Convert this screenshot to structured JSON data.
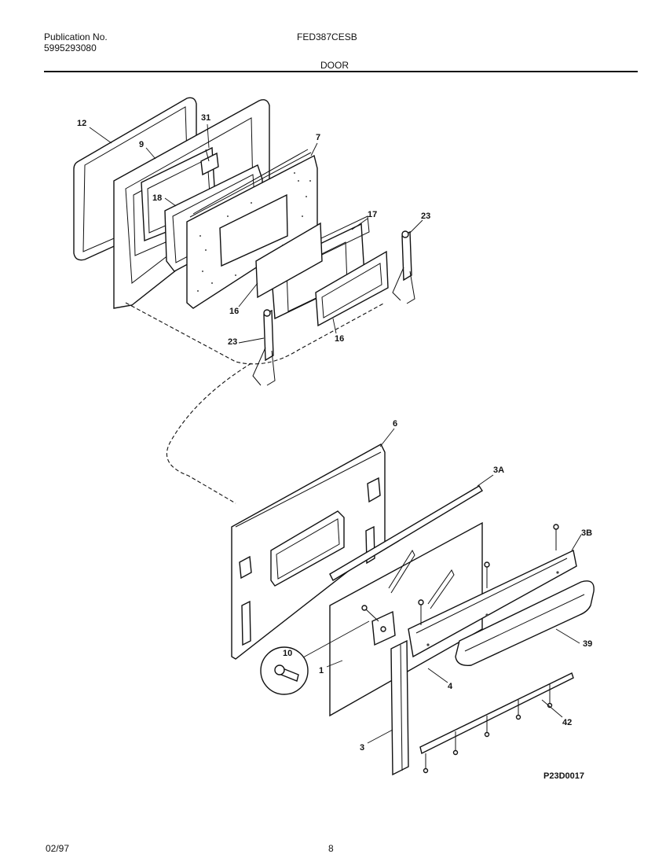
{
  "header": {
    "publication_label": "Publication No.",
    "publication_number": "5995293080",
    "model": "FED387CESB",
    "section": "DOOR"
  },
  "footer": {
    "date": "02/97",
    "page": "8"
  },
  "diagram": {
    "drawing_id": "P23D0017",
    "callouts": {
      "c12": "12",
      "c9": "9",
      "c31": "31",
      "c7": "7",
      "c18": "18",
      "c17": "17",
      "c23a": "23",
      "c16a": "16",
      "c16b": "16",
      "c23b": "23",
      "c6": "6",
      "c3a": "3A",
      "c3b": "3B",
      "c39": "39",
      "c10": "10",
      "c1": "1",
      "c4": "4",
      "c42": "42",
      "c3": "3"
    }
  }
}
